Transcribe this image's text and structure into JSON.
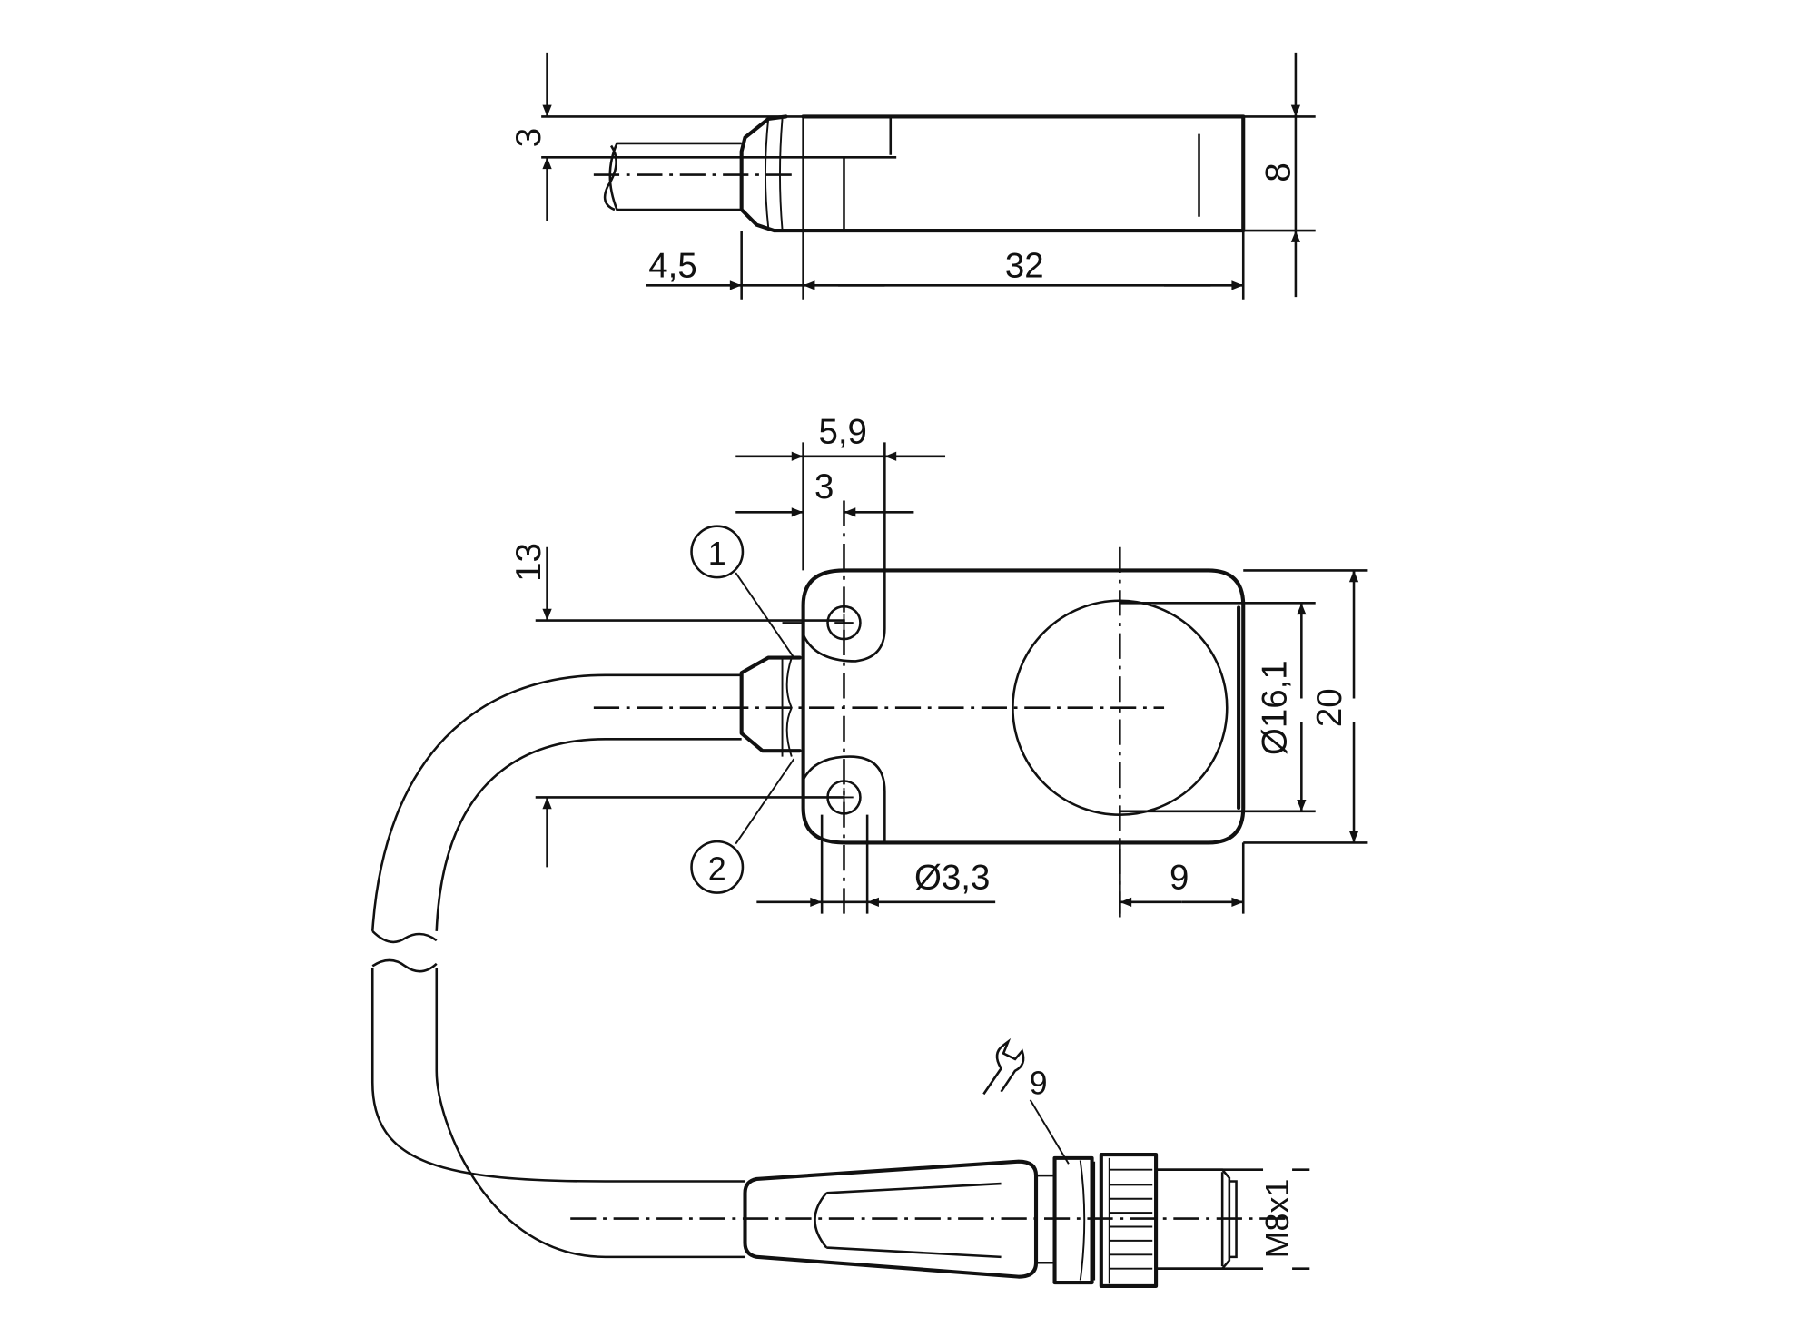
{
  "drawing": {
    "side_view": {
      "dim_height_small": "3",
      "dim_height": "8",
      "dim_cap": "4,5",
      "dim_length": "32"
    },
    "top_view": {
      "dim_hole_outer": "5,9",
      "dim_hole_center": "3",
      "dim_hole_spacing": "13",
      "dim_sensing_face": "Ø16,1",
      "dim_width": "20",
      "dim_hole_diameter": "Ø3,3",
      "dim_face_offset": "9",
      "callout_1": "1",
      "callout_2": "2"
    },
    "connector": {
      "wrench_size": "9",
      "thread": "M8x1"
    }
  }
}
